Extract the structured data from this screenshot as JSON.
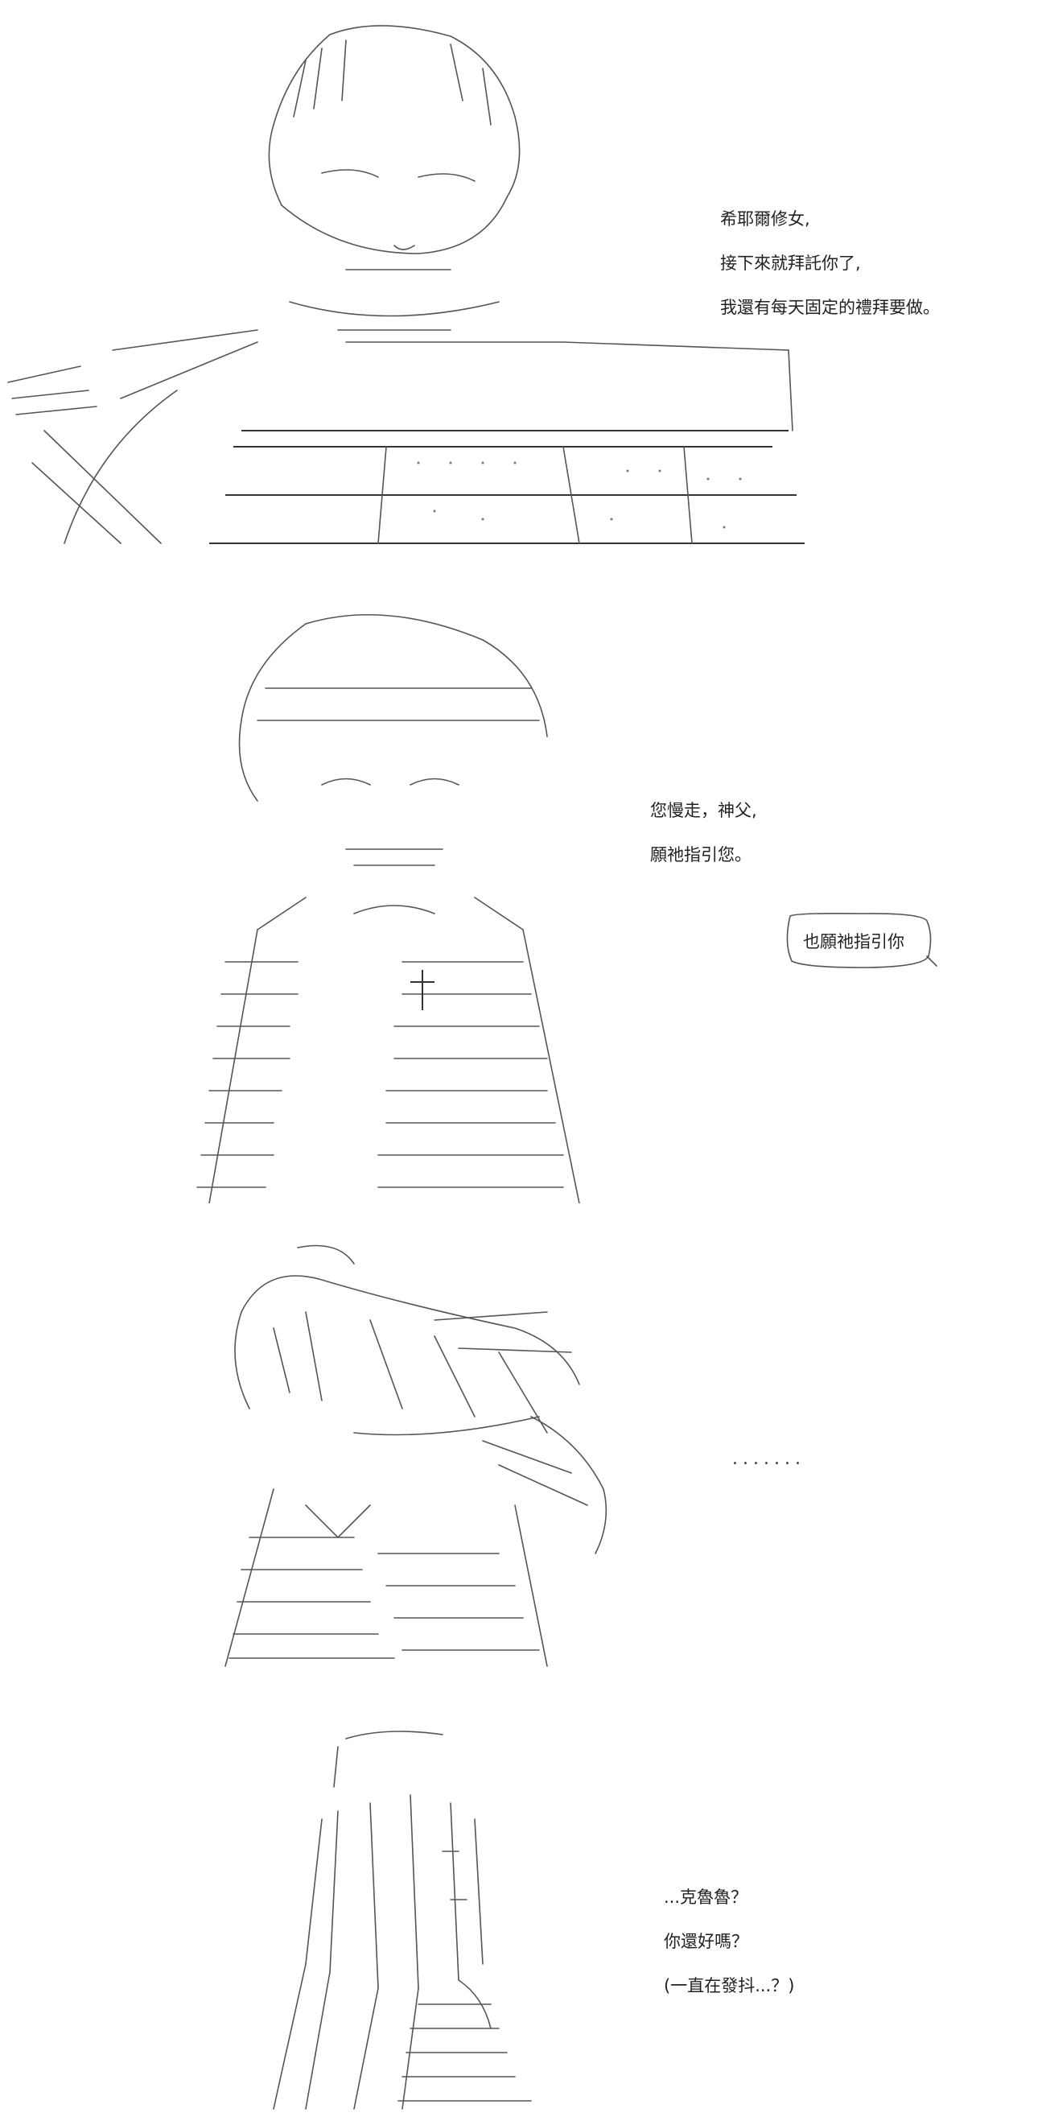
{
  "panels": [
    {
      "id": "panel-1",
      "art_subject": "seated-priest-figure",
      "lines": [
        "希耶爾修女,",
        "接下來就拜託你了,",
        "我還有每天固定的禮拜要做。"
      ]
    },
    {
      "id": "panel-2",
      "art_subject": "nun-with-cross-figure",
      "lines": [
        "您慢走，神父,",
        "願祂指引您。"
      ],
      "bubble": "也願祂指引你"
    },
    {
      "id": "panel-3",
      "art_subject": "reclining-figure",
      "lines": [
        "......."
      ]
    },
    {
      "id": "panel-4",
      "art_subject": "kneeling-figure",
      "lines": [
        "...克魯魯？",
        "你還好嗎？",
        "(一直在發抖...？)"
      ]
    }
  ]
}
